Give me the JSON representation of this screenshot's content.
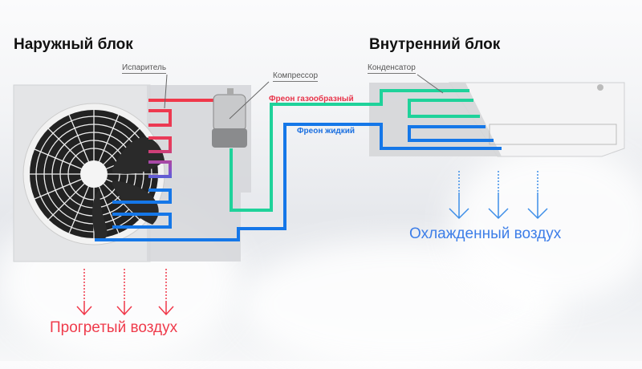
{
  "titles": {
    "outdoor": "Наружный блок",
    "indoor": "Внутренний блок"
  },
  "labels": {
    "evaporator": "Испаритель",
    "compressor": "Компрессор",
    "condenser": "Конденсатор",
    "freon_gas": "Фреон газообразный",
    "freon_liquid": "Фреон жидкий"
  },
  "air": {
    "warm": "Прогретый воздух",
    "cool": "Охлажденный воздух"
  },
  "colors": {
    "hot": "#f0384a",
    "gas": "#1fd29a",
    "liquid": "#1577e8",
    "warm_text": "#ef3b4b",
    "cool_text": "#3d7ee8"
  }
}
